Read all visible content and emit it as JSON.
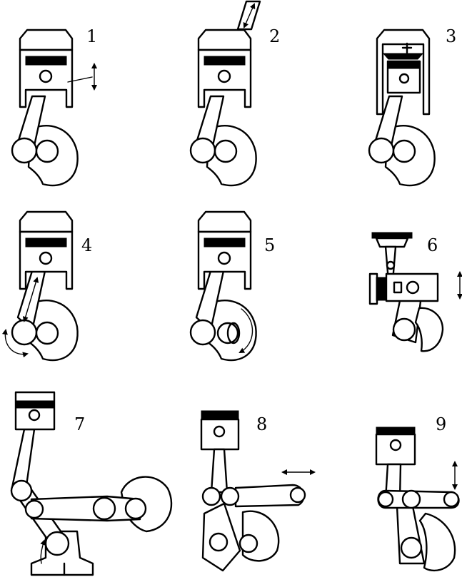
{
  "figure": {
    "labels": [
      "1",
      "2",
      "3",
      "4",
      "5",
      "6",
      "7",
      "8",
      "9"
    ]
  }
}
